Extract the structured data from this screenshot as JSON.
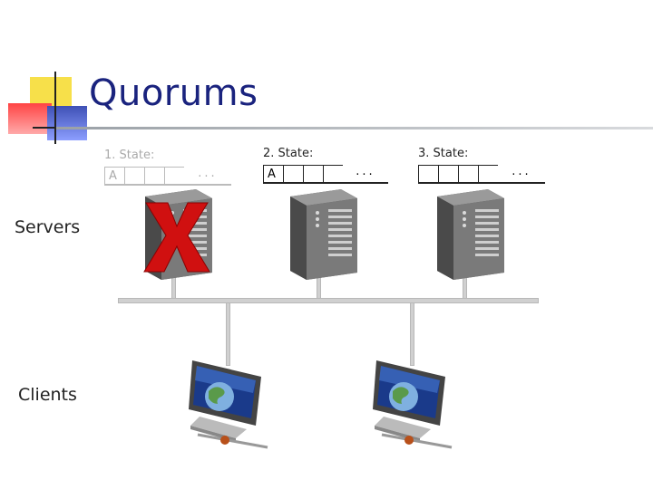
{
  "slide": {
    "title": "Quorums"
  },
  "labels": {
    "servers": "Servers",
    "clients": "Clients"
  },
  "servers": [
    {
      "state_label": "1. State:",
      "first_value": "A",
      "ellipsis": "...",
      "failed": true
    },
    {
      "state_label": "2. State:",
      "first_value": "A",
      "ellipsis": "...",
      "failed": false
    },
    {
      "state_label": "3. State:",
      "first_value": "",
      "ellipsis": "...",
      "failed": false
    }
  ],
  "colors": {
    "title": "#1a237e",
    "failure_mark": "#d01010"
  },
  "icons": [
    "server-tower-icon",
    "failure-x-icon",
    "client-monitor-icon"
  ]
}
